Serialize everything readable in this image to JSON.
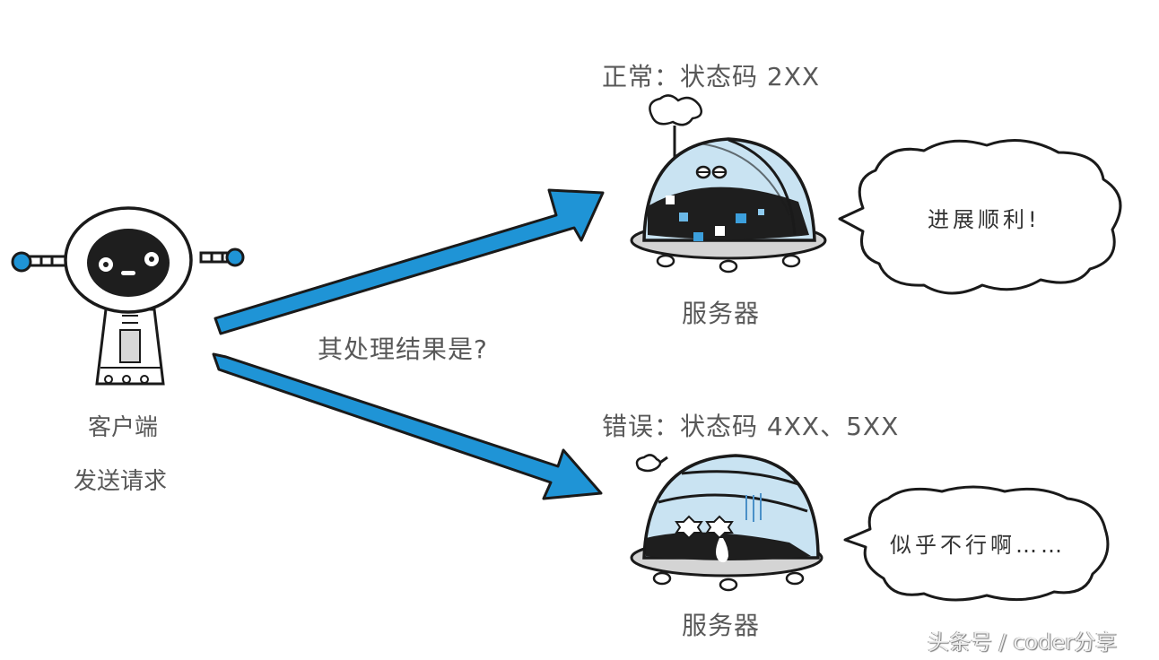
{
  "client": {
    "name": "客户端",
    "action": "发送请求"
  },
  "question": "其处理结果是?",
  "success": {
    "status_label": "正常：状态码 2XX",
    "server_label": "服务器",
    "bubble_text": "进展顺利!"
  },
  "error": {
    "status_label": "错误：状态码 4XX、5XX",
    "server_label": "服务器",
    "bubble_text": "似乎不行啊……"
  },
  "watermark": "头条号 / coder分享",
  "colors": {
    "arrow_blue": "#1f94d6",
    "dome_light_blue": "#c9e3f2",
    "screen_dark": "#1e1e1e",
    "outline": "#1a1a1a",
    "text_gray": "#585858"
  }
}
